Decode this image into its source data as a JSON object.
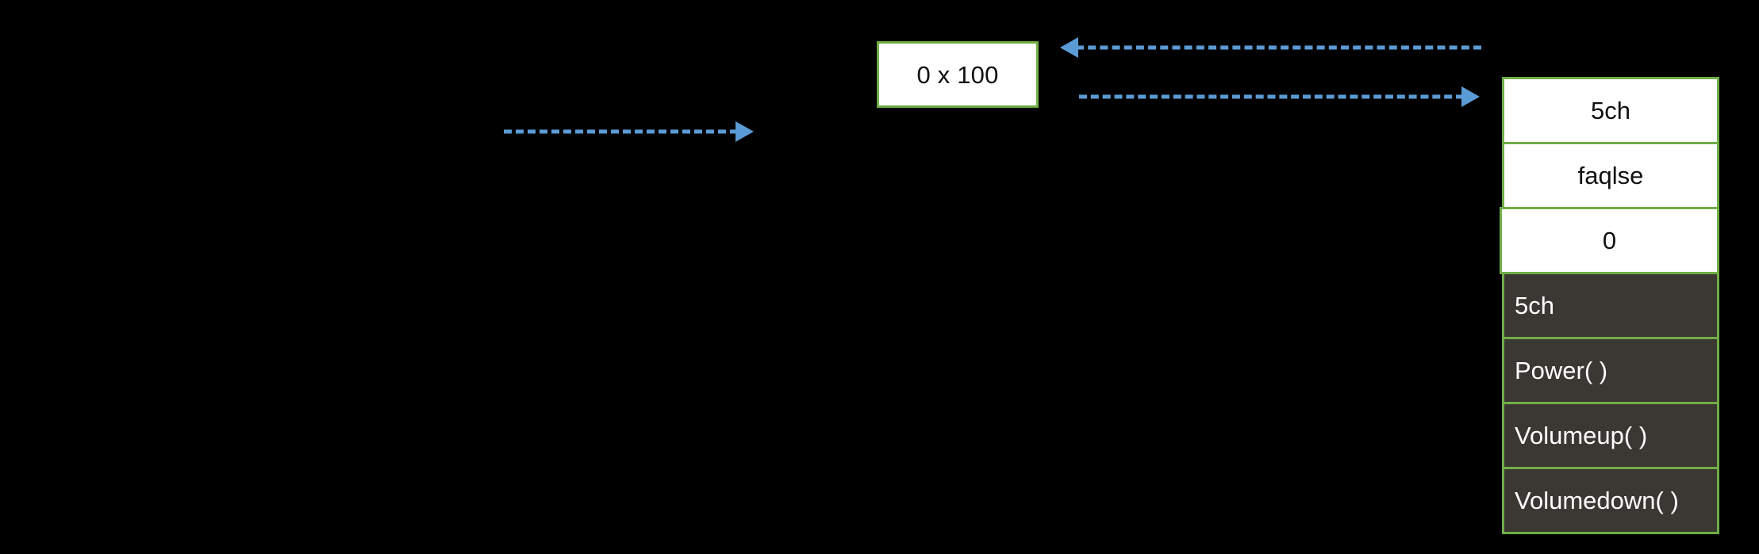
{
  "diagram": {
    "background_color": "#000000",
    "accent_border_color": "#70ad47",
    "arrow_color": "#5b9bd5",
    "dark_cell_color": "#3b3834",
    "light_cell_color": "#ffffff"
  },
  "nodes": {
    "resolution_box": {
      "label": "0 x 100"
    }
  },
  "stack": {
    "cells": [
      {
        "label": "5ch",
        "style": "light"
      },
      {
        "label": "faqlse",
        "style": "light"
      },
      {
        "label": "0",
        "style": "light"
      },
      {
        "label": "5ch",
        "style": "dark"
      },
      {
        "label": "Power( )",
        "style": "dark"
      },
      {
        "label": "Volumeup(  )",
        "style": "dark"
      },
      {
        "label": "Volumedown( )",
        "style": "dark"
      }
    ]
  },
  "arrows": [
    {
      "name": "left-flow",
      "direction": "right",
      "label": ""
    },
    {
      "name": "back-flow",
      "direction": "left",
      "label": ""
    },
    {
      "name": "fwd-flow",
      "direction": "right",
      "label": ""
    }
  ]
}
